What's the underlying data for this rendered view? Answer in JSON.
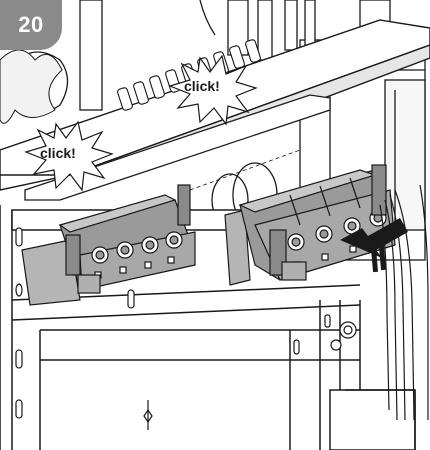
{
  "step": {
    "number": "20"
  },
  "callouts": [
    {
      "text": "click!"
    },
    {
      "text": "click!"
    }
  ],
  "colors": {
    "badge": "#8a8a8a",
    "terminal_gray": "#9a9a9a",
    "line": "#1a1a1a",
    "arrow": "#1a1a1a"
  },
  "icons": [
    "insertion-arrow-icon",
    "cable-bundle",
    "terminal-block"
  ]
}
